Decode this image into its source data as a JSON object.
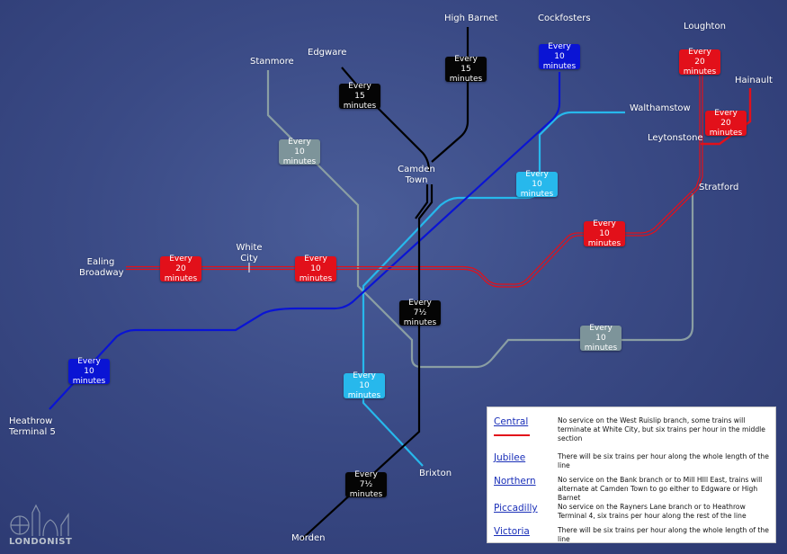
{
  "colors": {
    "northern": "#000000",
    "central": "#e2101a",
    "piccadilly": "#0a14d4",
    "victoria": "#27b8ec",
    "jubilee": "#8a9ea3",
    "background": "#3b4a86"
  },
  "stations": {
    "high_barnet": "High Barnet",
    "cockfosters": "Cockfosters",
    "loughton": "Loughton",
    "hainault": "Hainault",
    "stanmore": "Stanmore",
    "edgware": "Edgware",
    "walthamstow": "Walthamstow",
    "leytonstone": "Leytonstone",
    "camden_town": [
      "Camden",
      "Town"
    ],
    "stratford": "Stratford",
    "ealing_broadway": [
      "Ealing",
      "Broadway"
    ],
    "white_city": [
      "White",
      "City"
    ],
    "heathrow": [
      "Heathrow",
      "Terminal 5"
    ],
    "brixton": "Brixton",
    "morden": "Morden"
  },
  "badges": {
    "high_barnet": [
      "Every 15",
      "minutes"
    ],
    "edgware": [
      "Every 15",
      "minutes"
    ],
    "cockfosters": [
      "Every 10",
      "minutes"
    ],
    "loughton": [
      "Every 20",
      "minutes"
    ],
    "hainault": [
      "Every 20",
      "minutes"
    ],
    "stanmore": [
      "Every 10",
      "minutes"
    ],
    "walthamstow": [
      "Every 10",
      "minutes"
    ],
    "stratford": [
      "Every 10",
      "minutes"
    ],
    "ealing": [
      "Every 20",
      "minutes"
    ],
    "white_city": [
      "Every 10",
      "minutes"
    ],
    "northern_central": [
      "Every 7½",
      "minutes"
    ],
    "stratford_jubilee": [
      "Every 10",
      "minutes"
    ],
    "heathrow": [
      "Every 10",
      "minutes"
    ],
    "brixton": [
      "Every 10",
      "minutes"
    ],
    "morden": [
      "Every 7½",
      "minutes"
    ]
  },
  "legend": [
    {
      "line": "Central",
      "color": "#e2101a",
      "text": "No service on the West Ruislip branch, some trains will terminate at White City, but six trains per hour in the middle section"
    },
    {
      "line": "Jubilee",
      "color": "#8a9ea3",
      "text": "There will be six trains per hour along the whole length of the line"
    },
    {
      "line": "Northern",
      "color": "#000000",
      "text": "No service on the Bank branch or to Mill HIll East, trains will alternate at Camden Town to go either to Edgware or High Barnet"
    },
    {
      "line": "Piccadilly",
      "color": "#0a14d4",
      "text": "No service on the Rayners Lane branch or to Heathrow Terminal 4, six trains per hour along the rest of the line"
    },
    {
      "line": "Victoria",
      "color": "#27b8ec",
      "text": "There will be six trains per hour along the whole length of the line"
    }
  ],
  "logo": {
    "text": "LONDONIST"
  }
}
